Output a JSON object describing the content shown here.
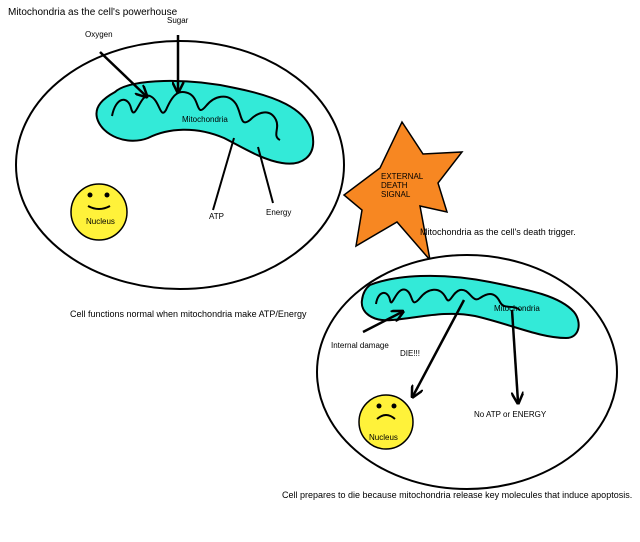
{
  "top_title": "Mitochondria as the cell's powerhouse",
  "healthy_cell": {
    "labels": {
      "oxygen": "Oxygen",
      "sugar": "Sugar",
      "mitochondria": "Mitochondria",
      "atp": "ATP",
      "energy": "Energy",
      "nucleus": "Nucleus"
    },
    "caption": "Cell functions normal when mitochondria make ATP/Energy"
  },
  "signal": {
    "line1": "EXTERNAL",
    "line2": "DEATH",
    "line3": "SIGNAL"
  },
  "dying_cell": {
    "title": "Mitochondria as the cell's death trigger.",
    "labels": {
      "mitochondria": "Mitochondria",
      "internal_damage": "Internal damage",
      "die": "DIE!!!",
      "no_atp": "No ATP or ENERGY",
      "nucleus": "Nucleus"
    },
    "caption": "Cell prepares to die because mitochondria release key molecules that induce apoptosis."
  },
  "colors": {
    "mitochondria_fill": "#33ead8",
    "nucleus_fill": "#fff23a",
    "star_fill": "#f78722",
    "outline": "#000000"
  }
}
